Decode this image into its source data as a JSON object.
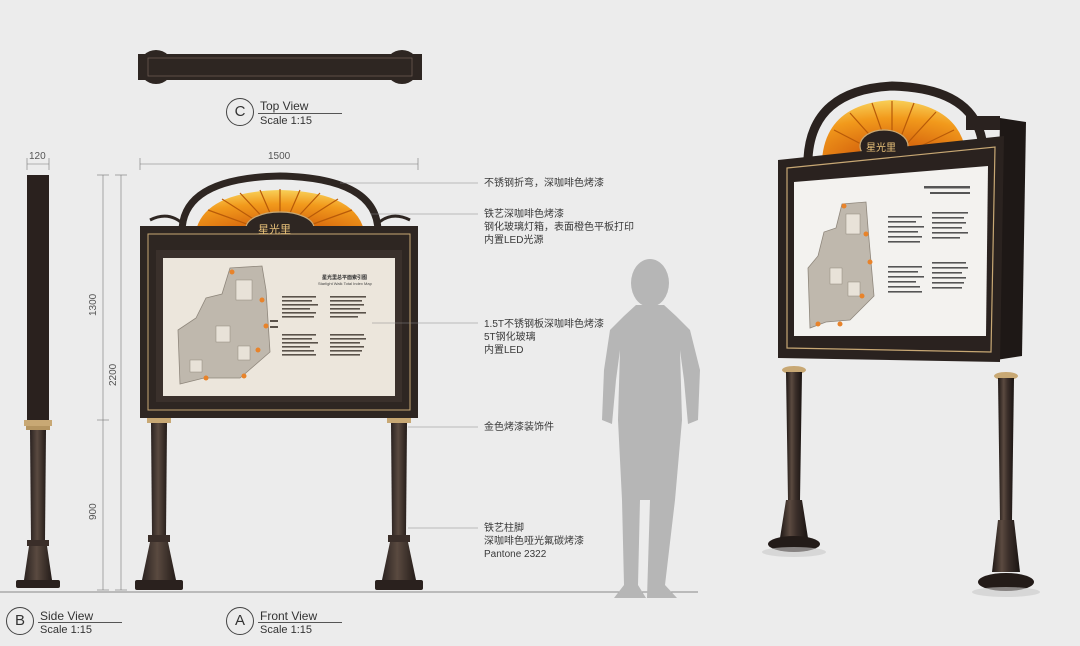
{
  "views": {
    "top": {
      "letter": "C",
      "title": "Top View",
      "scale": "Scale 1:15"
    },
    "side": {
      "letter": "B",
      "title": "Side View",
      "scale": "Scale 1:15"
    },
    "front": {
      "letter": "A",
      "title": "Front View",
      "scale": "Scale 1:15"
    }
  },
  "dimensions": {
    "side_width": "120",
    "front_width": "1500",
    "panel_height": "1300",
    "total_height": "2200",
    "post_height": "900"
  },
  "annotations": {
    "arch": [
      "不锈钢折弯，深咖啡色烤漆"
    ],
    "lightbox": [
      "铁艺深咖啡色烤漆",
      "钢化玻璃灯箱，表面橙色平板打印",
      "内置LED光源"
    ],
    "panel": [
      "1.5T不锈钢板深咖啡色烤漆",
      "5T钢化玻璃",
      "内置LED"
    ],
    "ornament": [
      "金色烤漆装饰件"
    ],
    "post": [
      "铁艺柱脚",
      "深咖啡色哑光氟碳烤漆",
      "Pantone 2322"
    ]
  },
  "sign": {
    "logo": "星光里",
    "map_title_cn": "星光里总平面索引图",
    "map_title_en": "Starlight Walk Total Index Map"
  },
  "colors": {
    "frame": "#2e2622",
    "orange": "#f0a020",
    "gold": "#c8a874",
    "panel_bg": "#ece6dc"
  }
}
